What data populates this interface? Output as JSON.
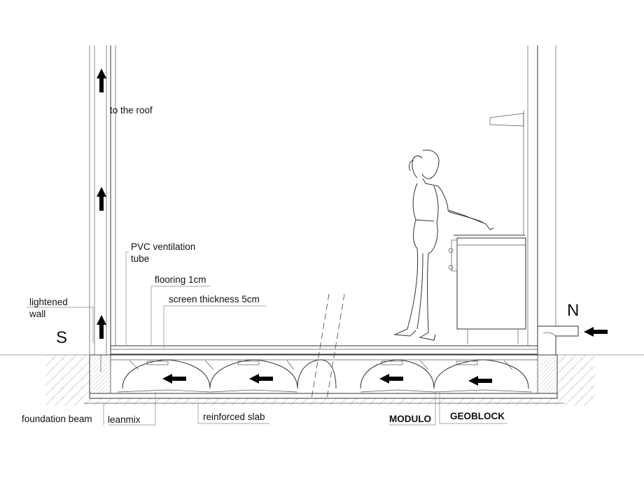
{
  "labels": {
    "to_the_roof": "to the roof",
    "pvc_line1": "PVC ventilation",
    "pvc_line2": "tube",
    "flooring": "flooring 1cm",
    "screen": "screen thickness 5cm",
    "lightened_line1": "lightened",
    "lightened_line2": "wall",
    "foundation_beam": "foundation beam",
    "leanmix": "leanmix",
    "reinforced_slab": "reinforced slab",
    "modulo": "MODULO",
    "geoblock": "GEOBLOCK"
  },
  "directions": {
    "south": "S",
    "north": "N"
  },
  "colors": {
    "line": "#333333",
    "arrow": "#000000",
    "hatch": "#9a9a9a"
  },
  "icons": {
    "up_arrow": "arrow-up-icon",
    "left_arrow": "arrow-left-icon",
    "figure": "woman-figure",
    "stove": "kitchen-stove"
  }
}
